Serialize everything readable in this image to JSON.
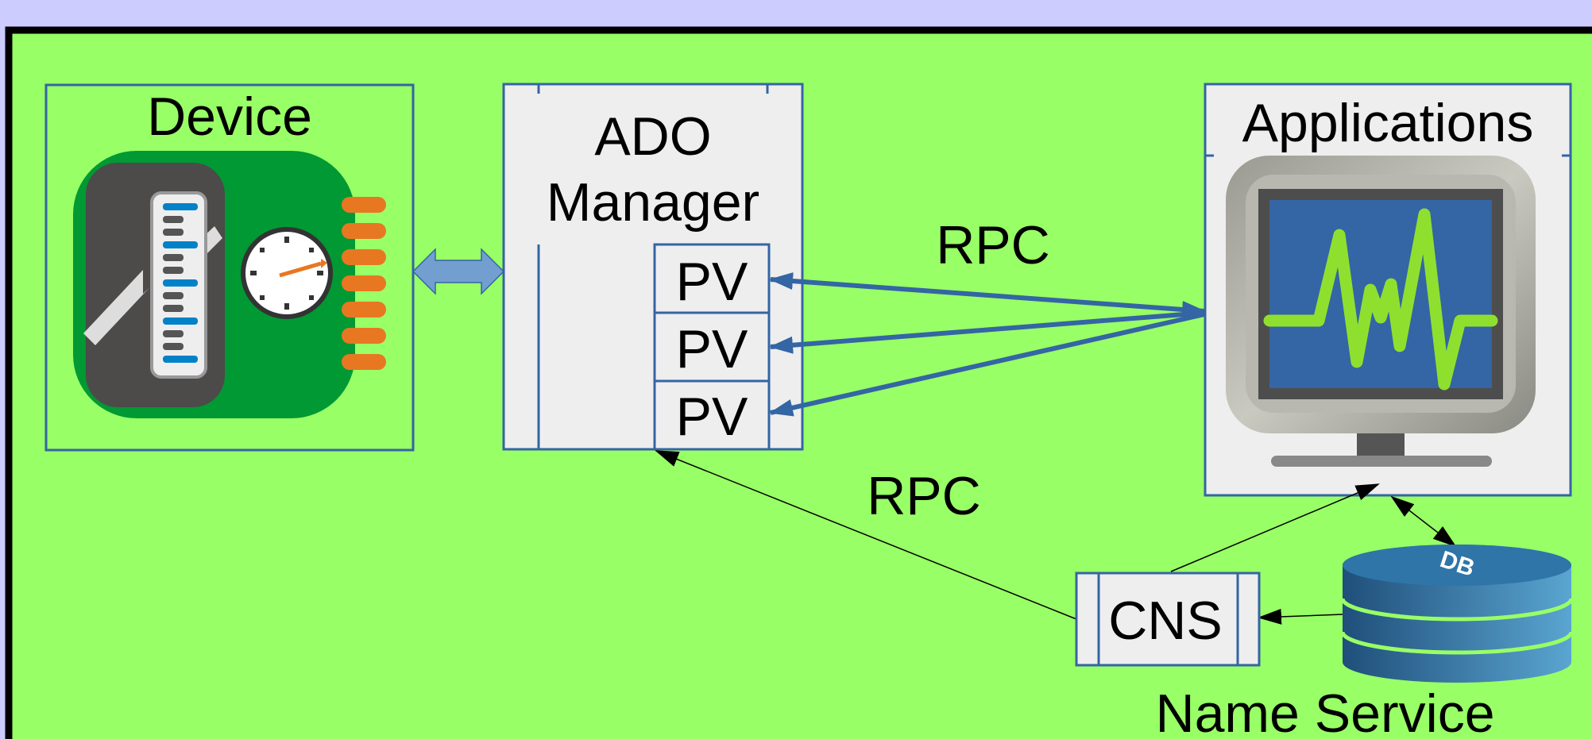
{
  "labels": {
    "device": "Device",
    "ado_line1": "ADO",
    "ado_line2": "Manager",
    "pv1": "PV",
    "pv2": "PV",
    "pv3": "PV",
    "applications": "Applications",
    "rpc_top": "RPC",
    "rpc_bottom": "RPC",
    "cns": "CNS",
    "name_service": "Name Service",
    "db": "DB"
  },
  "colors": {
    "outer_bg": "#ccccff",
    "canvas_bg": "#99ff66",
    "box_border": "#3465a4",
    "box_fill": "#eeeeee",
    "arrow_blue": "#3465a4",
    "double_arrow": "#729fcf",
    "chip_green": "#009933",
    "chip_dark": "#4d4a4a",
    "pin_orange": "#e87722",
    "monitor_screen": "#3465a4",
    "wave_green": "#8fe02e",
    "db_blue": "#2b6a96"
  },
  "icons": {
    "device": "device-chip-icon",
    "applications": "monitor-waveform-icon",
    "name_service": "database-icon"
  }
}
